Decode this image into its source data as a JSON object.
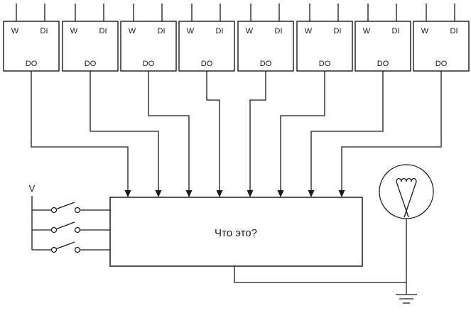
{
  "diagram": {
    "blocks": {
      "count": 8,
      "labels": {
        "w": "W",
        "di": "DI",
        "do": "DO"
      }
    },
    "main_box": {
      "label": "Что это?"
    },
    "power": {
      "label": "V"
    },
    "components": {
      "lamp": "lamp",
      "ground": "ground",
      "switches": 3
    },
    "colors": {
      "line": "#1a1a1a",
      "background": "#ffffff"
    }
  }
}
